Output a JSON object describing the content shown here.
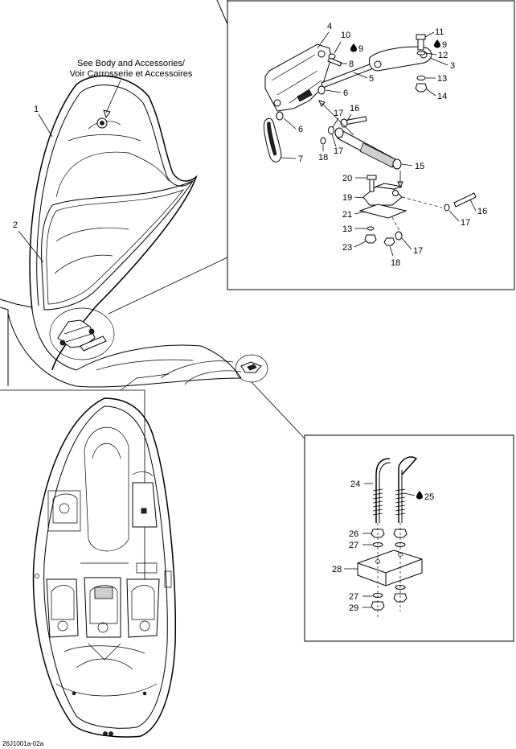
{
  "note": {
    "line1": "See Body and Accessories/",
    "line2": "Voir Carrosserie et Accessoires"
  },
  "reference_code": "26J1001a-02a",
  "callouts": [
    {
      "label": "1"
    },
    {
      "label": "2"
    },
    {
      "label": "3"
    },
    {
      "label": "4"
    },
    {
      "label": "5"
    },
    {
      "label": "6"
    },
    {
      "label": "6"
    },
    {
      "label": "7"
    },
    {
      "label": "8"
    },
    {
      "label": "9"
    },
    {
      "label": "9"
    },
    {
      "label": "10"
    },
    {
      "label": "11"
    },
    {
      "label": "12"
    },
    {
      "label": "13"
    },
    {
      "label": "13"
    },
    {
      "label": "14"
    },
    {
      "label": "15"
    },
    {
      "label": "16"
    },
    {
      "label": "16"
    },
    {
      "label": "17"
    },
    {
      "label": "17"
    },
    {
      "label": "17"
    },
    {
      "label": "17"
    },
    {
      "label": "18"
    },
    {
      "label": "18"
    },
    {
      "label": "19"
    },
    {
      "label": "20"
    },
    {
      "label": "21"
    },
    {
      "label": "23"
    },
    {
      "label": "24"
    },
    {
      "label": "25"
    },
    {
      "label": "26"
    },
    {
      "label": "27"
    },
    {
      "label": "27"
    },
    {
      "label": "28"
    },
    {
      "label": "29"
    }
  ],
  "icons": {
    "adhesive": "drop-icon"
  }
}
